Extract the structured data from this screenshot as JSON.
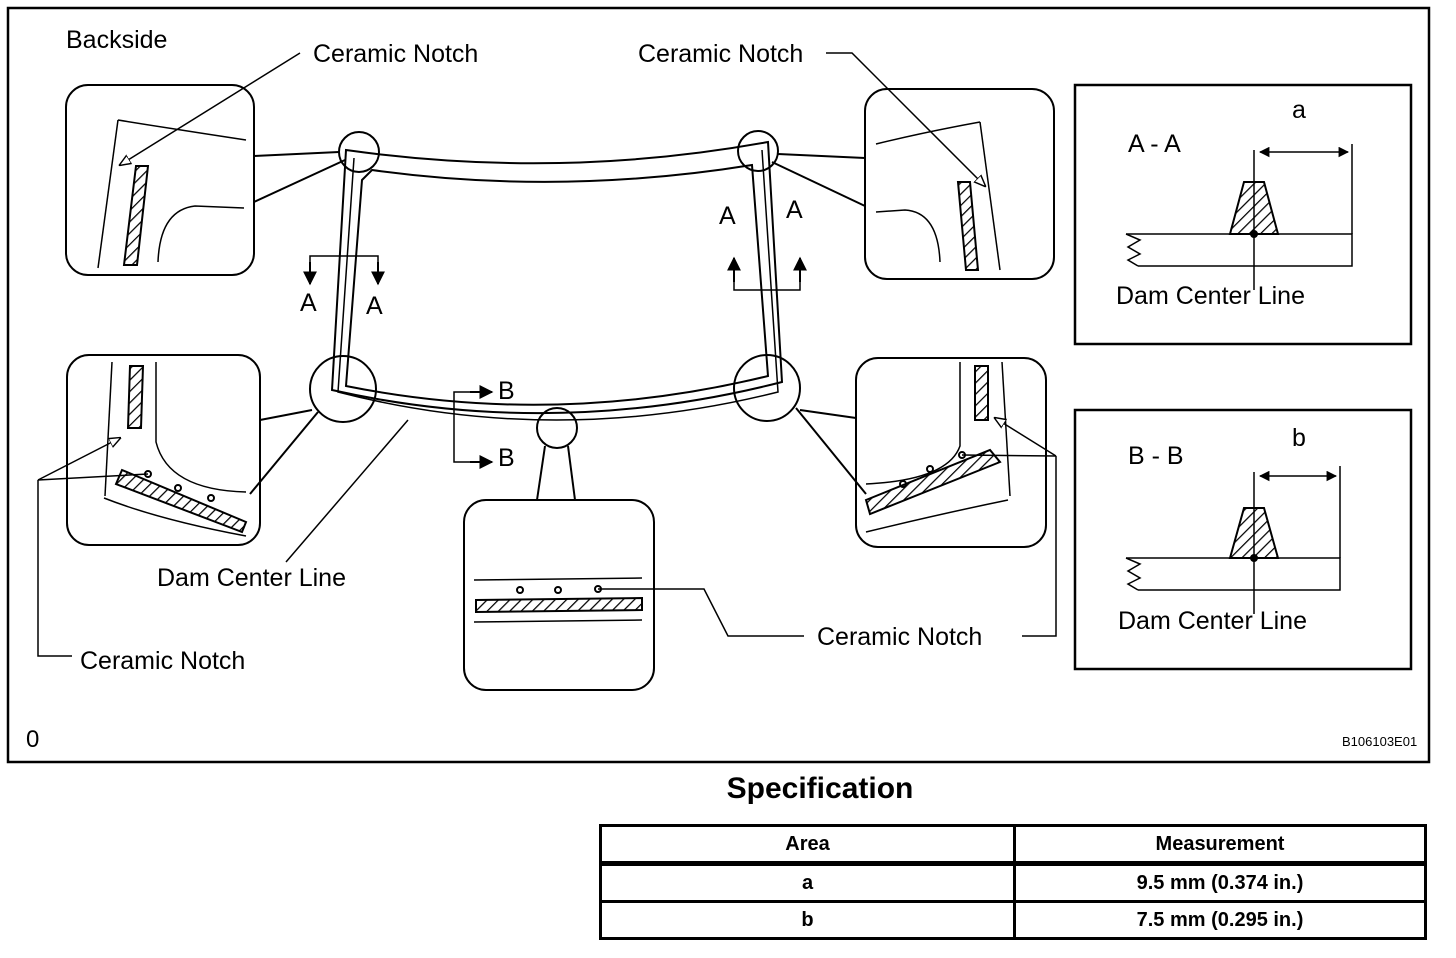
{
  "diagram": {
    "labels": {
      "backside": "Backside",
      "ceramic_notch": "Ceramic Notch",
      "dam_center_line": "Dam Center Line",
      "section_a": "A",
      "section_b": "B",
      "section_aa": "A - A",
      "section_bb": "B - B",
      "dim_a": "a",
      "dim_b": "b",
      "figure_number": "0",
      "figure_code": "B106103E01"
    }
  },
  "specification": {
    "title": "Specification",
    "headers": [
      "Area",
      "Measurement"
    ],
    "rows": [
      {
        "area": "a",
        "measurement": "9.5 mm (0.374 in.)"
      },
      {
        "area": "b",
        "measurement": "7.5 mm (0.295 in.)"
      }
    ]
  }
}
